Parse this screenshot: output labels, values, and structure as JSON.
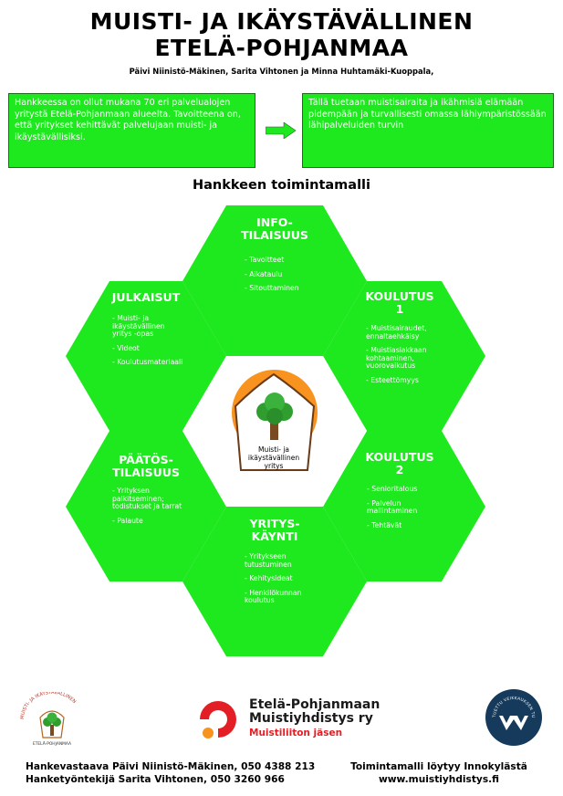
{
  "poster": {
    "title_line1": "MUISTI- JA IKÄYSTÄVÄLLINEN",
    "title_line2": "ETELÄ-POHJANMAA",
    "authors": "Päivi Niinistö-Mäkinen, Sarita Vihtonen ja Minna Huhtamäki-Kuoppala,"
  },
  "intro": {
    "left_text": "Hankkeessa on ollut mukana 70 eri palvelualojen yritystä Etelä-Pohjanmaan alueelta. Tavoitteena on, että yritykset kehittävät palvelujaan muisti- ja ikäystävällisiksi.",
    "right_text": "Tällä tuetaan muistisairaita ja ikähmisiä elämään pidempään ja turvallisesti omassa lähiympäristössään lähipalveluiden turvin"
  },
  "diagram": {
    "title": "Hankkeen toimintamalli",
    "center_label_line1": "Muisti- ja",
    "center_label_line2": "ikäystävällinen",
    "center_label_line3": "yritys",
    "hexes": {
      "info": {
        "title_line1": "INFO-",
        "title_line2": "TILAISUUS",
        "items": [
          "- Tavoitteet",
          "- Aikataulu",
          "- Sitouttaminen"
        ]
      },
      "koulutus1": {
        "title_line1": "KOULUTUS",
        "title_line2": "1",
        "items": [
          "- Muistisairaudet, ennaltaehkäisy",
          "- Muistiasiakkaan kohtaaminen, vuorovaikutus",
          "- Esteettömyys"
        ]
      },
      "koulutus2": {
        "title_line1": "KOULUTUS",
        "title_line2": "2",
        "items": [
          "- Senioritalous",
          "- Palvelun mallintaminen",
          "- Tehtävät"
        ]
      },
      "yrityskaynti": {
        "title_line1": "YRITYS-",
        "title_line2": "KÄYNTI",
        "items": [
          "- Yritykseen tutustuminen",
          "- Kehitysideat",
          "- Henkilökunnan koulutus"
        ]
      },
      "paatos": {
        "title_line1": "PÄÄTÖS-",
        "title_line2": "TILAISUUS",
        "items": [
          "- Yrityksen palkitseminen; todistukset ja tarrat",
          "- Palaute"
        ]
      },
      "julkaisut": {
        "title_line1": "JULKAISUT",
        "title_line2": "",
        "items": [
          "- Muisti- ja ikäystävällinen yritys -opas",
          "- Videot",
          "- Koulutusmateriaali"
        ]
      }
    }
  },
  "logos": {
    "left_arc_text": "MUISTI- JA IKÄYSTÄVÄLLINEN",
    "left_bottom_text": "ETELÄ-POHJANMAA",
    "ep_line1": "Etelä-Pohjanmaan",
    "ep_line2": "Muistiyhdistys ry",
    "ep_line3": "Muistiliiton jäsen",
    "badge_text": "TUETTU VEIKKAUKSEN TUOTOILLA"
  },
  "footer": {
    "contact_line1": "Hankevastaava Päivi Niinistö-Mäkinen, 050 4388 213",
    "contact_line2": "Hanketyöntekijä Sarita Vihtonen, 050 3260 966",
    "right_line1": "Toimintamalli löytyy Innokylästä",
    "right_line2": "www.muistiyhdistys.fi"
  },
  "colors": {
    "accent_green": "#1ee81e",
    "dark_green": "#1e6b1e",
    "orange": "#f7931e",
    "red": "#e31e24",
    "navy": "#153a5b"
  }
}
